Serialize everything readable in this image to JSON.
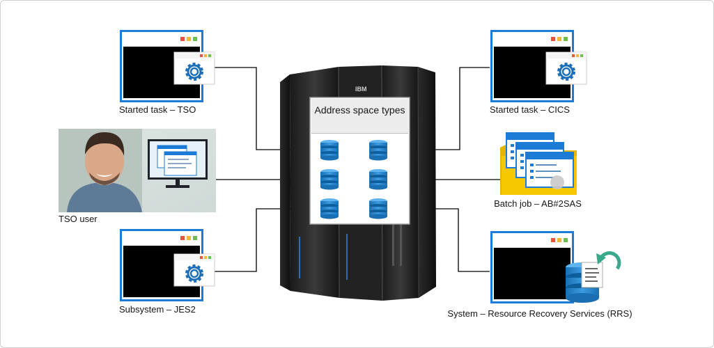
{
  "diagram": {
    "center_title": "Address space types",
    "server_brand": "IBM",
    "nodes": [
      {
        "id": "started-task-tso",
        "label": "Started task – TSO",
        "icon": "terminal-with-gear-icon"
      },
      {
        "id": "tso-user",
        "label": "TSO user",
        "icon": "person-with-monitor-photo"
      },
      {
        "id": "subsystem-jes2",
        "label": "Subsystem – JES2",
        "icon": "terminal-with-gear-icon"
      },
      {
        "id": "started-task-cics",
        "label": "Started task – CICS",
        "icon": "terminal-with-gear-icon"
      },
      {
        "id": "batch-job",
        "label": "Batch job – AB#2SAS",
        "icon": "folder-with-documents-icon"
      },
      {
        "id": "system-rrs",
        "label": "System – Resource Recovery Services (RRS)",
        "icon": "terminal-with-database-recovery-icon"
      }
    ]
  },
  "colors": {
    "terminal_frame": "#1c7bd4",
    "terminal_screen": "#000000",
    "gear": "#1c6fb8",
    "database": "#1f7cc4",
    "folder": "#f4c000",
    "server": "#2a2a2a",
    "connector": "#000000"
  }
}
